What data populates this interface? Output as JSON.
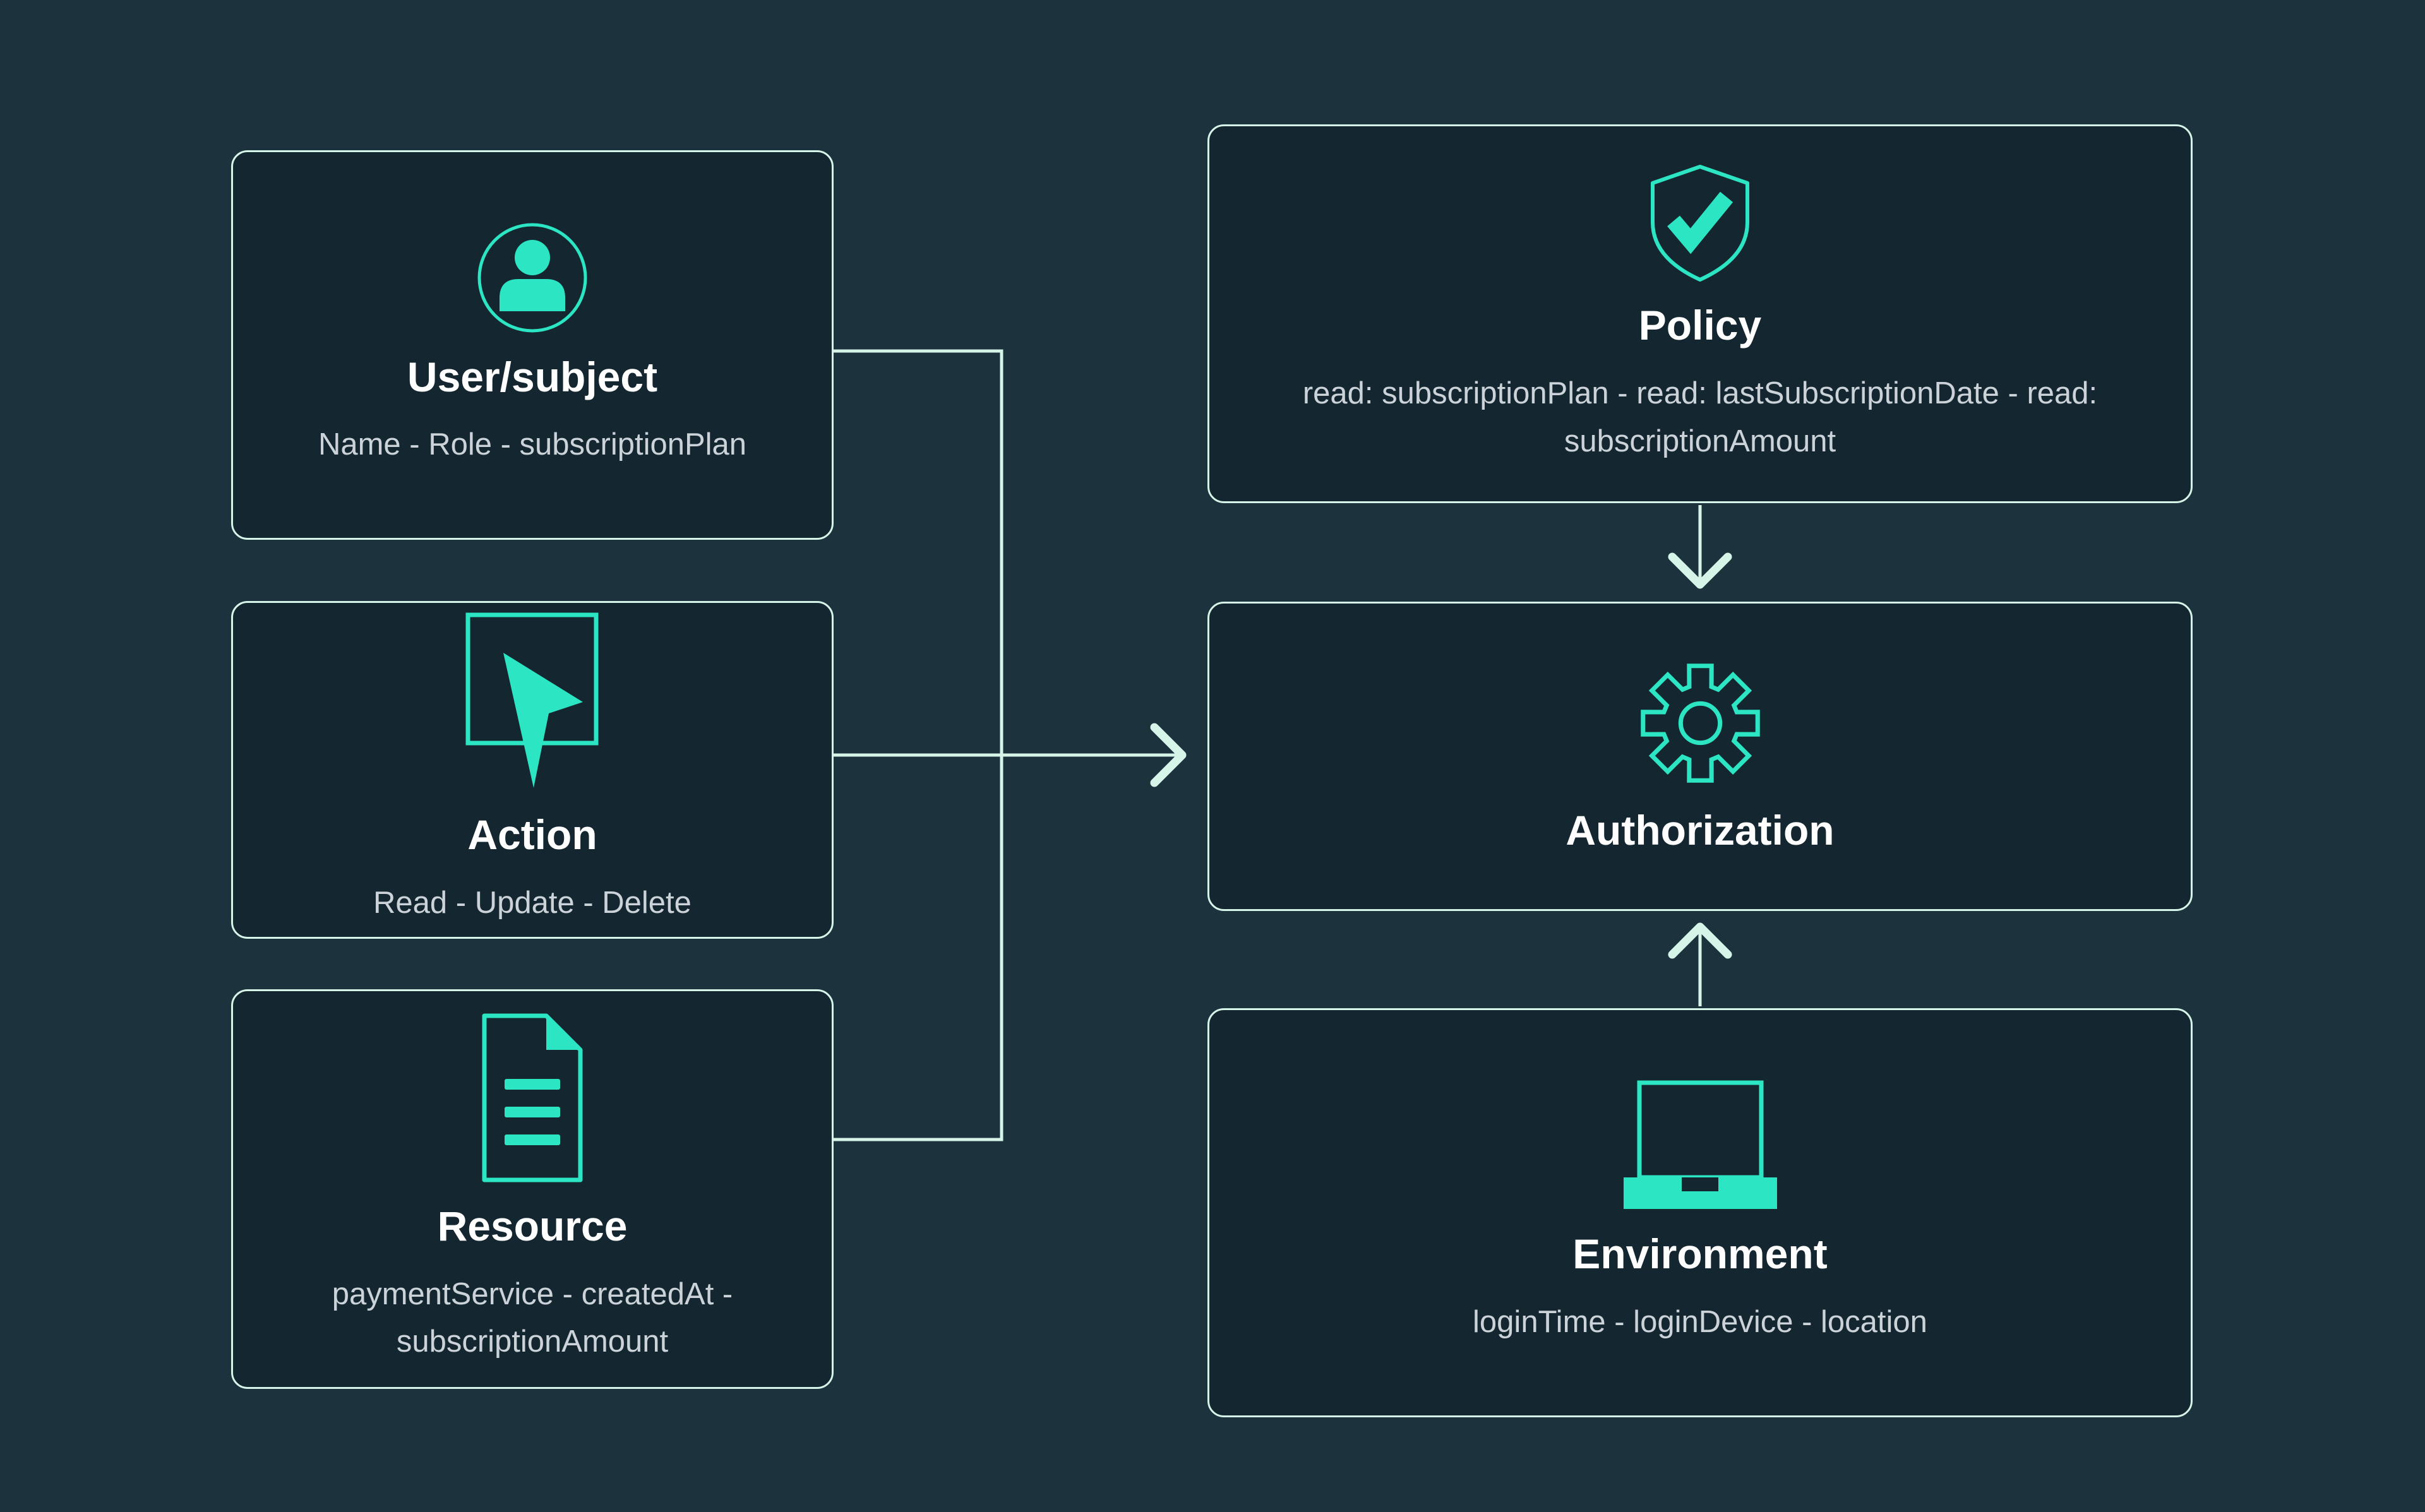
{
  "palette": {
    "bg": "#1C333E",
    "card": "#142731",
    "line": "#D6F4E7",
    "accent": "#2CE5C3",
    "title": "#FFFFFF",
    "subtitle": "#CBD3D9"
  },
  "cards": {
    "user": {
      "title": "User/subject",
      "subtitle": "Name - Role - subscriptionPlan",
      "icon": "user-icon"
    },
    "action": {
      "title": "Action",
      "subtitle": "Read - Update - Delete",
      "icon": "cursor-icon"
    },
    "resource": {
      "title": "Resource",
      "subtitle": "paymentService - createdAt - subscriptionAmount",
      "icon": "document-icon"
    },
    "policy": {
      "title": "Policy",
      "subtitle": "read: subscriptionPlan - read: lastSubscriptionDate - read: subscriptionAmount",
      "icon": "shield-check-icon"
    },
    "authorization": {
      "title": "Authorization",
      "icon": "gear-icon"
    },
    "environment": {
      "title": "Environment",
      "subtitle": "loginTime - loginDevice - location",
      "icon": "laptop-icon"
    }
  },
  "connections": [
    {
      "from": "User/subject",
      "to": "Authorization"
    },
    {
      "from": "Action",
      "to": "Authorization"
    },
    {
      "from": "Resource",
      "to": "Authorization"
    },
    {
      "from": "Policy",
      "to": "Authorization"
    },
    {
      "from": "Environment",
      "to": "Authorization"
    }
  ]
}
